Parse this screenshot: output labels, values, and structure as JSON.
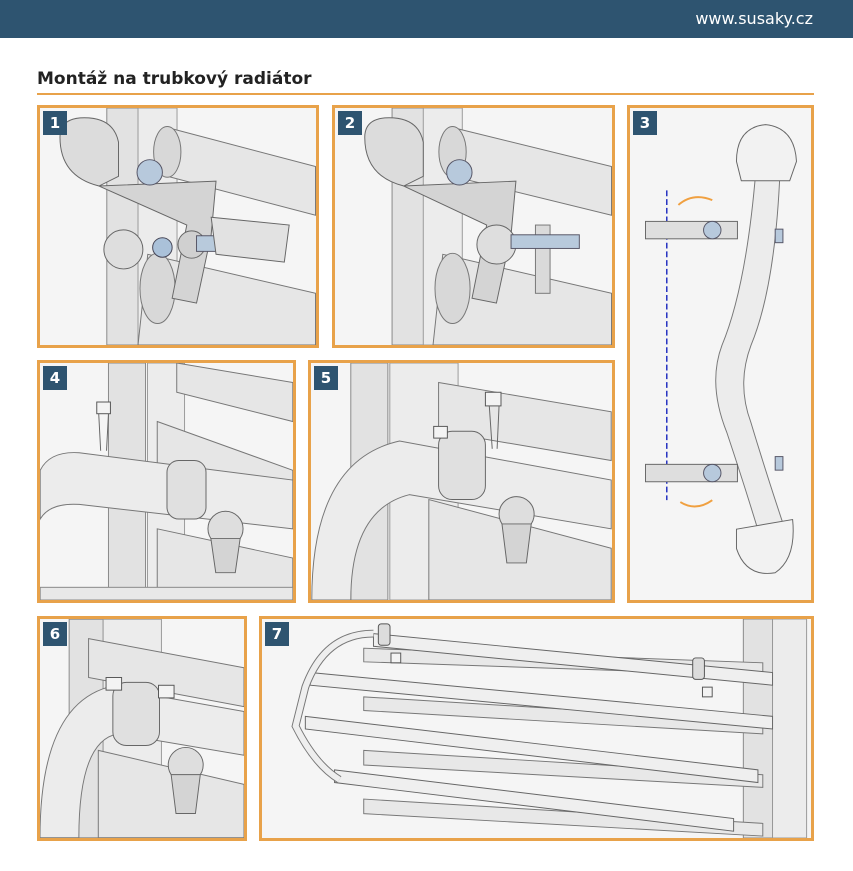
{
  "header": {
    "site_url": "www.susaky.cz",
    "bg_color": "#2e5470"
  },
  "title": "Montáž na trubkový radiátor",
  "accent_color": "#e8a24a",
  "panels": [
    {
      "number": "1"
    },
    {
      "number": "2"
    },
    {
      "number": "3"
    },
    {
      "number": "4"
    },
    {
      "number": "5"
    },
    {
      "number": "6"
    },
    {
      "number": "7"
    }
  ]
}
